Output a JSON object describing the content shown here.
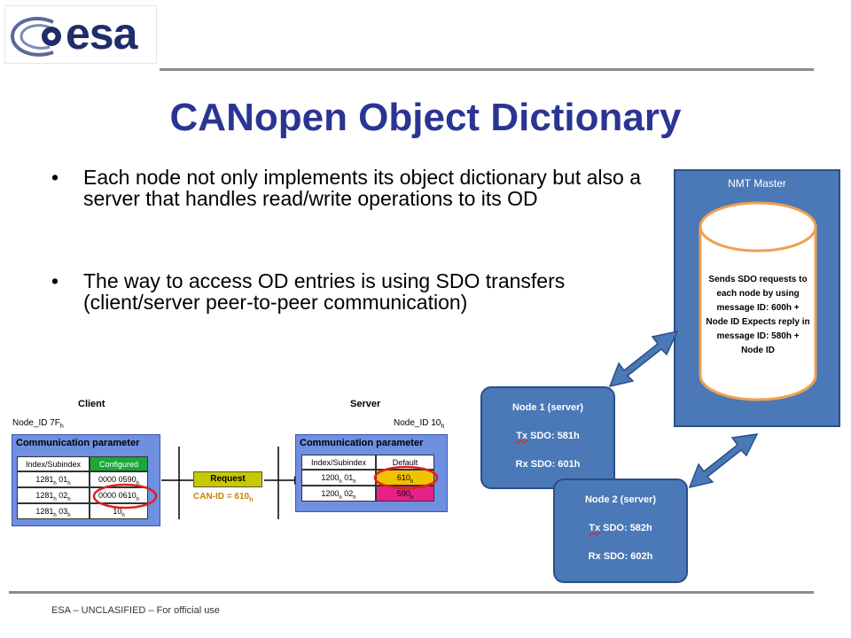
{
  "logo": {
    "text": "esa"
  },
  "title": "CANopen Object Dictionary",
  "bullets": [
    "Each node not only implements its object dictionary but also a server that handles read/write operations to its OD",
    "The way to access OD entries is using SDO transfers (client/server peer-to-peer communication)"
  ],
  "bullet_char": "•",
  "footer": "ESA – UNCLASIFIED – For official use",
  "nmt": {
    "label": "NMT Master",
    "text": "Sends SDO requests to each node  by using message ID: 600h + Node ID Expects reply in message ID: 580h + Node ID"
  },
  "nodes": [
    {
      "title": "Node 1 (server)",
      "tx_prefix": "Tx",
      "tx": " SDO: 581h",
      "rx": "Rx SDO: 601h"
    },
    {
      "title": "Node 2 (server)",
      "tx_prefix": "Tx",
      "tx": " SDO: 582h",
      "rx": "Rx SDO: 602h"
    }
  ],
  "client": {
    "label": "Client",
    "node_id": "Node_ID 7F",
    "node_id_sub": "h",
    "panel_title": "Communication parameter",
    "col_index": "Index/Subindex",
    "col_value": "Configured",
    "rows": [
      {
        "idx": "1281",
        "idx_sub": "h",
        "si": " 01",
        "si_sub": "h",
        "val": "0000 0590",
        "val_sub": "h"
      },
      {
        "idx": "1281",
        "idx_sub": "h",
        "si": " 02",
        "si_sub": "h",
        "val": "0000 0610",
        "val_sub": "h"
      },
      {
        "idx": "1281",
        "idx_sub": "h",
        "si": " 03",
        "si_sub": "h",
        "val": "10",
        "val_sub": "h"
      }
    ]
  },
  "server": {
    "label": "Server",
    "node_id": "Node_ID 10",
    "node_id_sub": "h",
    "panel_title": "Communication parameter",
    "col_index": "Index/Subindex",
    "col_value": "Default",
    "rows": [
      {
        "idx": "1200",
        "idx_sub": "h",
        "si": " 01",
        "si_sub": "h",
        "val": "610",
        "val_sub": "h"
      },
      {
        "idx": "1200",
        "idx_sub": "h",
        "si": " 02",
        "si_sub": "h",
        "val": "590",
        "val_sub": "h"
      }
    ]
  },
  "request": {
    "label": "Request",
    "can_id": "CAN-ID = 610",
    "can_id_sub": "h"
  },
  "colors": {
    "title": "#2a3593",
    "nmt_fill": "#4b78b6",
    "cylinder_border": "#f0a050",
    "panel_fill": "#6f8fe0",
    "configured_fill": "#1aa83a",
    "request_fill": "#c8c800",
    "server_val1": "#f2c200",
    "server_val2": "#e8208a",
    "highlight": "#e02020",
    "can_id_text": "#d08000"
  }
}
